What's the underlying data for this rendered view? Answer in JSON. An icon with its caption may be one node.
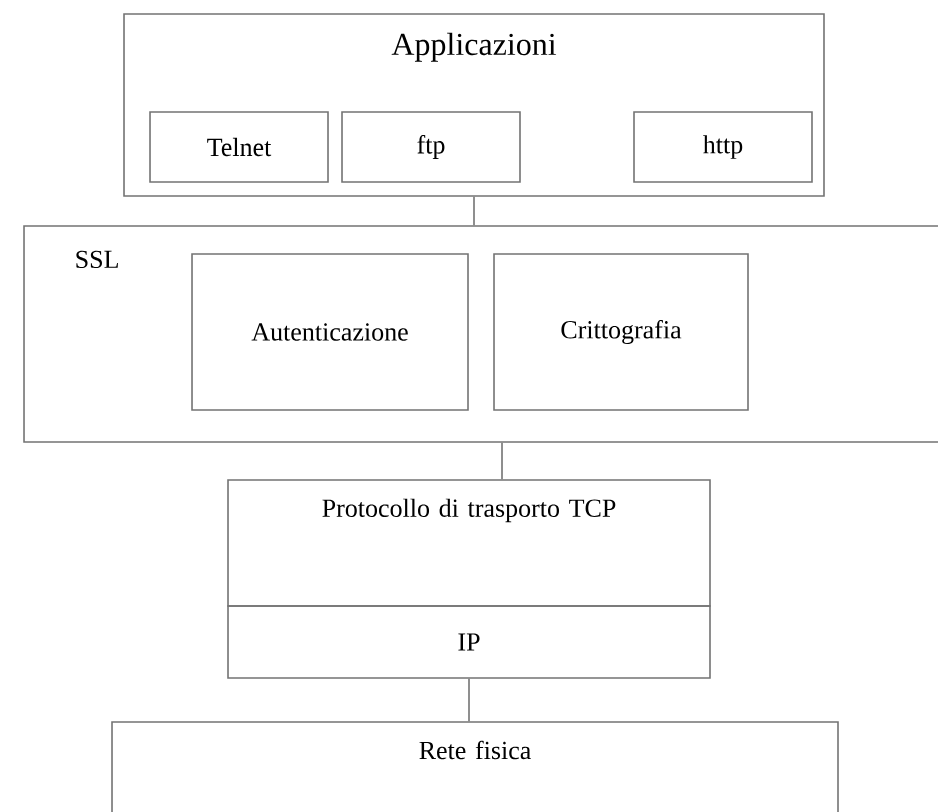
{
  "diagram": {
    "nodes": [
      {
        "text": [
          "Applicazioni"
        ]
      },
      {
        "text": [
          "Telnet"
        ],
        "in": 0
      },
      {
        "text": [
          "ftp"
        ],
        "in": 0
      },
      {
        "text": [
          "http"
        ],
        "in": 0
      },
      {
        "text": [
          "SSL"
        ]
      },
      {
        "text": [
          "Autenticazione"
        ],
        "in": 4
      },
      {
        "text": [
          "Crittografia"
        ],
        "in": 4
      },
      {
        "text": [
          "Protocollo di trasporto TCP"
        ]
      },
      {
        "text": [
          "IP"
        ]
      },
      {
        "text": [
          "Rete fisica"
        ]
      }
    ],
    "edges": [
      {
        "from": 0,
        "to": 4,
        "arrow": "none"
      },
      {
        "from": 4,
        "to": 7,
        "arrow": "none"
      },
      {
        "from": 8,
        "to": 9,
        "arrow": "none"
      }
    ]
  }
}
